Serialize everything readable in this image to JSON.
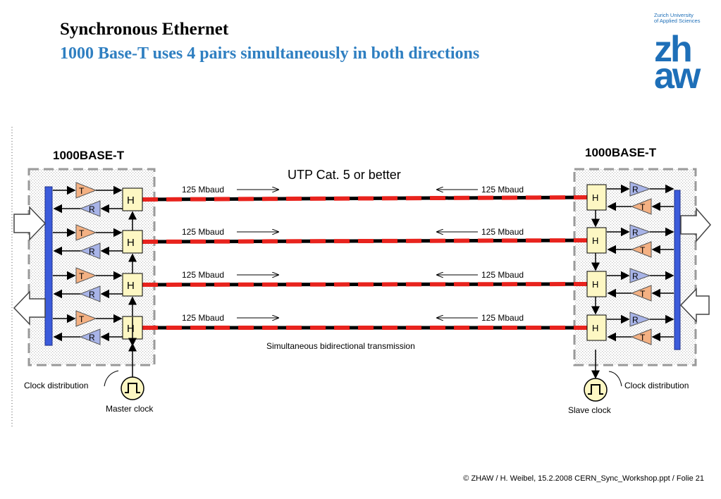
{
  "slide": {
    "title": "Synchronous Ethernet",
    "subtitle": "1000 Base-T uses 4 pairs simultaneously in both directions",
    "footer": "© ZHAW / H. Weibel, 15.2.2008 CERN_Sync_Workshop.ppt / Folie 21"
  },
  "logo": {
    "line1": "Zurich University",
    "line2": "of Applied Sciences",
    "mark_top": "zh",
    "mark_bottom": "aw"
  },
  "diagram": {
    "left_label": "1000BASE-T",
    "right_label": "1000BASE-T",
    "cable_label": "UTP Cat. 5 or better",
    "rate_label": "125 Mbaud",
    "hybrid_label": "H",
    "tx_label": "T",
    "rx_label": "R",
    "bottom_label": "Simultaneous bidirectional transmission",
    "left_clock_dist": "Clock distribution",
    "right_clock_dist": "Clock distribution",
    "master_clock": "Master clock",
    "slave_clock": "Slave clock",
    "pairs": 4,
    "colors": {
      "wire_red": "#e8231d",
      "wire_black": "#000000",
      "tx_fill": "#f4b183",
      "rx_fill": "#a8b4e8",
      "hybrid_fill": "#fdf7c3",
      "bus_fill": "#3b5bdb"
    }
  }
}
